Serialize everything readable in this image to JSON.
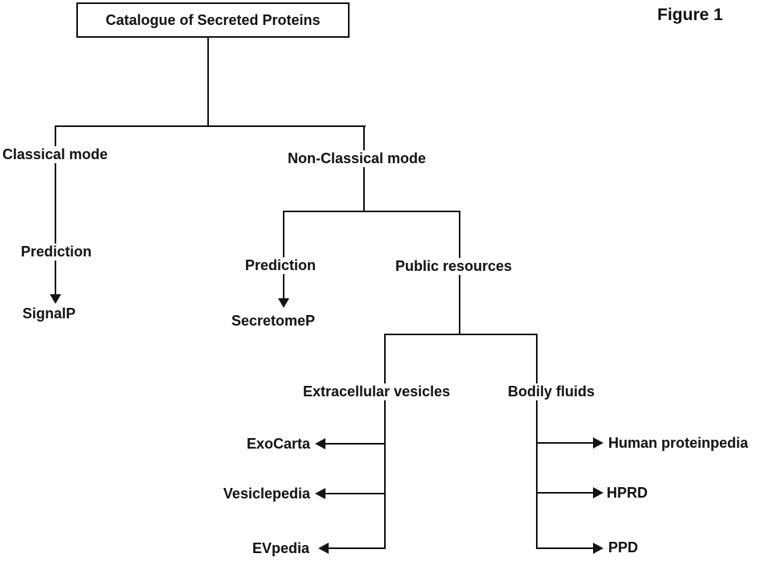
{
  "figure_label": "Figure 1",
  "colors": {
    "line": "#141414",
    "text": "#111111",
    "background": "#ffffff"
  },
  "flowchart": {
    "root": {
      "label": "Catalogue of Secreted Proteins"
    },
    "classical": {
      "label": "Classical mode",
      "method_label": "Prediction",
      "tool": "SignalP"
    },
    "non_classical": {
      "label": "Non-Classical mode",
      "prediction": {
        "label": "Prediction",
        "tool": "SecretomeP"
      },
      "public_resources": {
        "label": "Public resources",
        "extracellular_vesicles": {
          "label": "Extracellular vesicles",
          "resources": [
            "ExoCarta",
            "Vesiclepedia",
            "EVpedia"
          ]
        },
        "bodily_fluids": {
          "label": "Bodily fluids",
          "resources": [
            "Human proteinpedia",
            "HPRD",
            "PPD"
          ]
        }
      }
    }
  }
}
